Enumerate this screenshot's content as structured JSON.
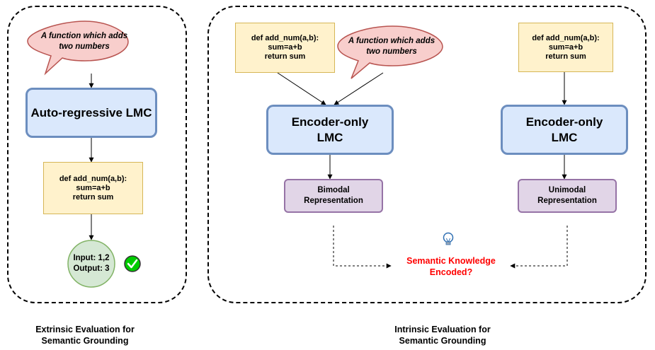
{
  "left_panel": {
    "prompt_bubble": "A function which adds\ntwo numbers",
    "model": "Auto-regressive LMC",
    "generated_code": "def add_num(a,b):\nsum=a+b\nreturn sum",
    "test_result": "Input: 1,2\nOutput: 3",
    "check_icon": "check-circle-icon",
    "caption": "Extrinsic Evaluation for\nSemantic Grounding"
  },
  "right_panel": {
    "bimodal": {
      "code": "def add_num(a,b):\nsum=a+b\nreturn sum",
      "prompt_bubble": "A function which adds\ntwo numbers",
      "model": "Encoder-only\nLMC",
      "representation": "Bimodal\nRepresentation"
    },
    "unimodal": {
      "code": "def add_num(a,b):\nsum=a+b\nreturn sum",
      "model": "Encoder-only\nLMC",
      "representation": "Unimodal\nRepresentation"
    },
    "bulb_icon": "lightbulb-icon",
    "result": "Semantic Knowledge\nEncoded?",
    "caption": "Intrinsic Evaluation for\nSemantic Grounding"
  },
  "colors": {
    "code_fill": "#fff2cc",
    "code_border": "#d6b656",
    "bubble_fill": "#f8cecc",
    "bubble_border": "#b85450",
    "model_fill": "#dae8fc",
    "model_border": "#6c8ebf",
    "representation_fill": "#e1d5e7",
    "representation_border": "#9673a6",
    "test_fill": "#d5e8d4",
    "test_border": "#82b366",
    "check_fill": "#00cc00",
    "result_text": "#ff0000"
  }
}
